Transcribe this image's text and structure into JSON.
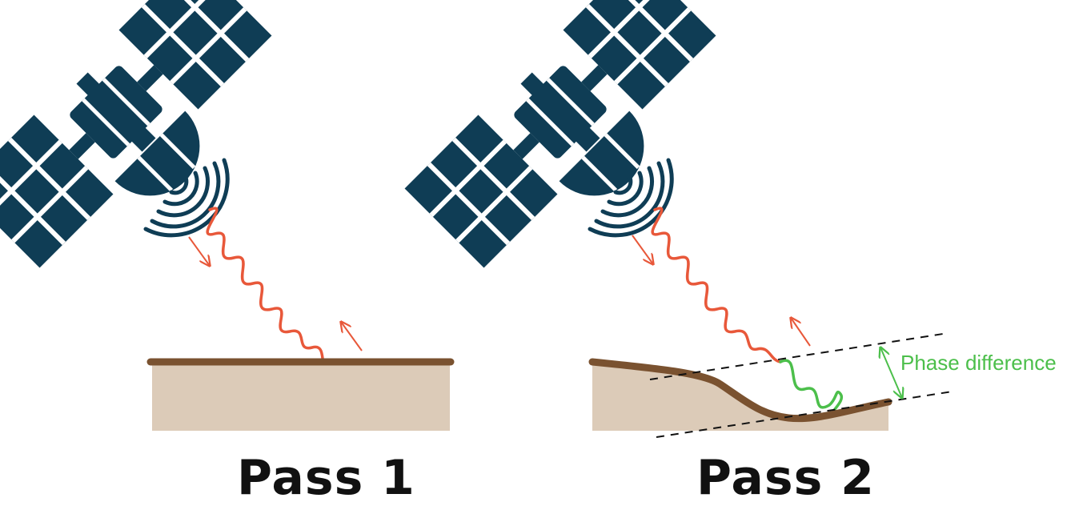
{
  "labels": {
    "pass1": "Pass 1",
    "pass2": "Pass 2",
    "phase_difference": "Phase difference"
  },
  "colors": {
    "satellite": "#0f3d55",
    "signal": "#e8583a",
    "phase": "#4cbf4b",
    "ground_surface": "#7a5230",
    "ground_fill": "#dccbb8",
    "text": "#111111"
  }
}
